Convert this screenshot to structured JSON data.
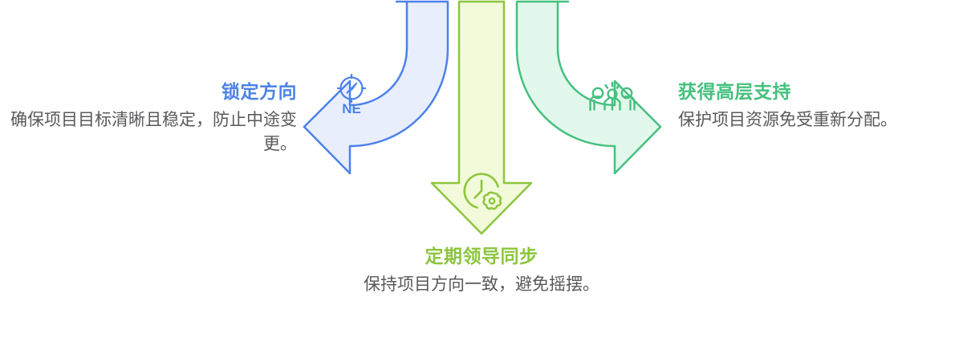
{
  "diagram": {
    "type": "three-arrow-fan",
    "background": "#ffffff",
    "branches": [
      {
        "id": "lock-direction",
        "heading": "锁定方向",
        "body": "确保项目目标清晰且稳定，防止中途变更。",
        "heading_color": "#4d82e8",
        "arrow_fill": "#e8eefc",
        "arrow_stroke": "#4d82e8",
        "arrow_direction": "curved-left",
        "icon": "compass-icon",
        "icon_label": "NE",
        "position": "left"
      },
      {
        "id": "regular-leadership-sync",
        "heading": "定期领导同步",
        "body": "保持项目方向一致，避免摇摆。",
        "heading_color": "#8cc63e",
        "arrow_fill": "#f2fada",
        "arrow_stroke": "#8cc63e",
        "arrow_direction": "straight-down",
        "icon": "clock-gear-icon",
        "icon_label": "",
        "position": "bottom"
      },
      {
        "id": "executive-support",
        "heading": "获得高层支持",
        "body": "保护项目资源免受重新分配。",
        "heading_color": "#45c07e",
        "arrow_fill": "#e2f8ec",
        "arrow_stroke": "#45c07e",
        "arrow_direction": "curved-right",
        "icon": "people-celebrate-icon",
        "icon_label": "",
        "position": "right"
      }
    ]
  },
  "colors": {
    "blue": "#4d82e8",
    "blue_fill": "#e8eefc",
    "lime": "#8cc63e",
    "lime_fill": "#f2fada",
    "green": "#45c07e",
    "green_fill": "#e2f8ec",
    "body_text": "#58595b",
    "background": "#ffffff"
  }
}
